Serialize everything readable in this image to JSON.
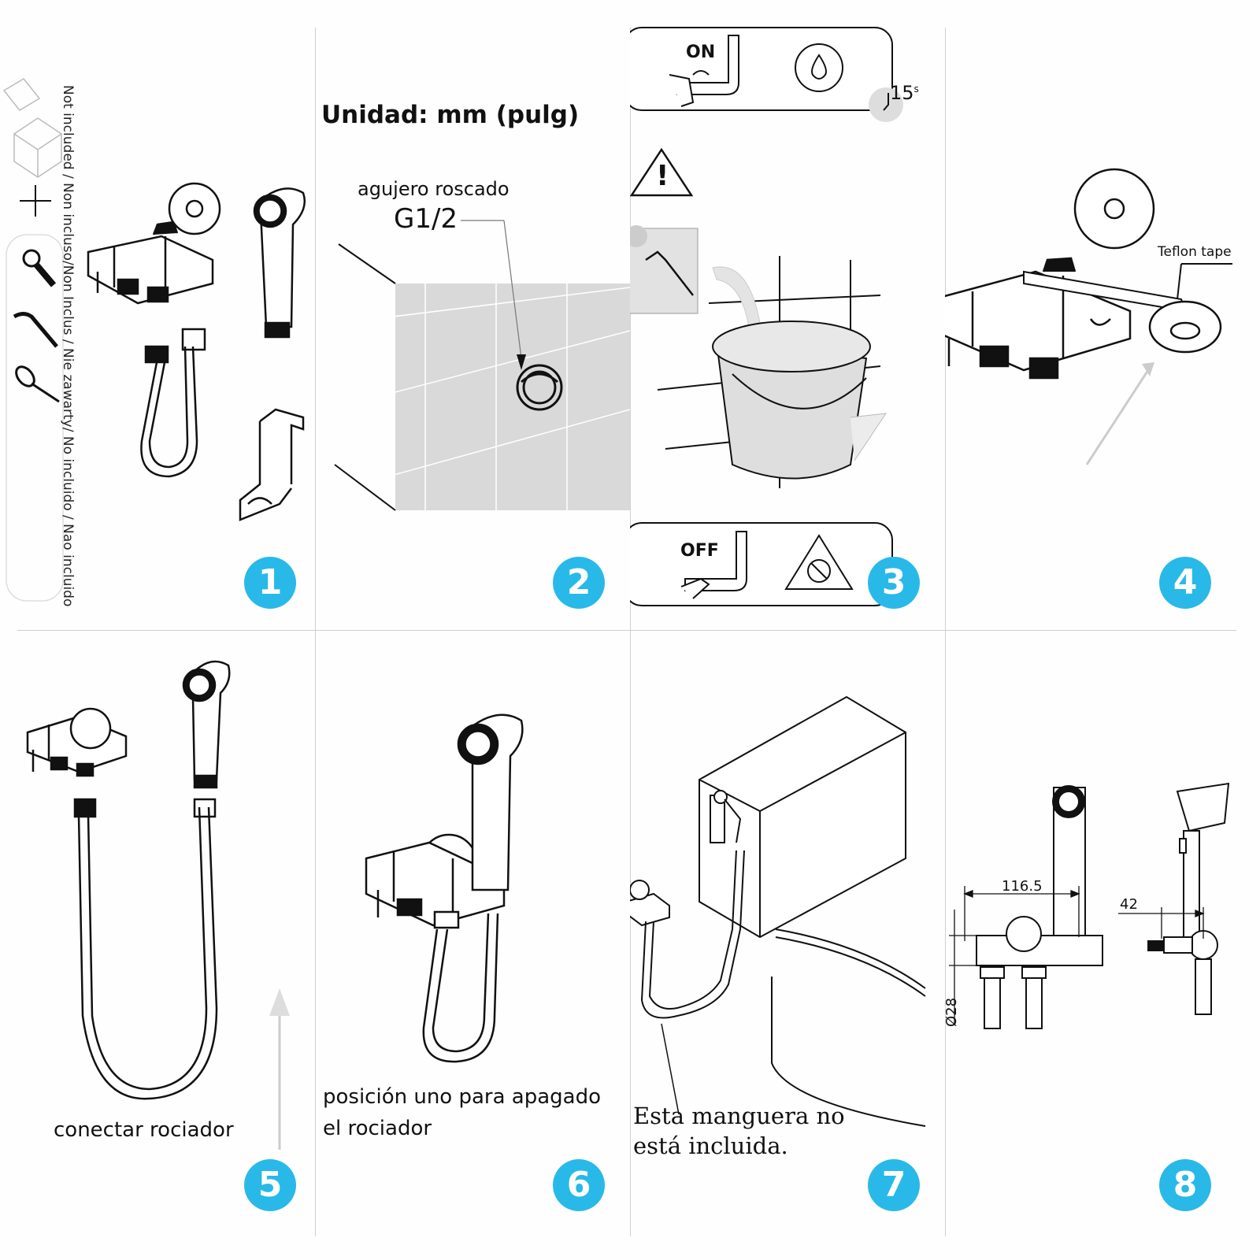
{
  "steps": [
    "1",
    "2",
    "3",
    "4",
    "5",
    "6",
    "7",
    "8"
  ],
  "panel1": {
    "not_included": "Not included / Non incluso/Non Inclus / Nie zawarty/ No incluido / Nao incluido"
  },
  "panel2": {
    "unit": "Unidad: mm (pulg)",
    "hole_label": "agujero roscado",
    "thread": "G1/2"
  },
  "panel3": {
    "on": "ON",
    "off": "OFF",
    "seconds": "15",
    "seconds_unit": "s",
    "warning": "!"
  },
  "panel4": {
    "tape": "Teflon tape"
  },
  "panel5": {
    "caption": "conectar rociador"
  },
  "panel6": {
    "caption_line1": "posición uno para apagado",
    "caption_line2": "el rociador"
  },
  "panel7": {
    "caption_line1": "Esta manguera no",
    "caption_line2": "está incluida."
  },
  "panel8": {
    "width_dim": "116.5",
    "depth_dim": "42",
    "diameter_dim": "Ø28"
  },
  "colors": {
    "badge": "#29b9e8",
    "tile": "#d9d9d9",
    "line": "#111111"
  }
}
